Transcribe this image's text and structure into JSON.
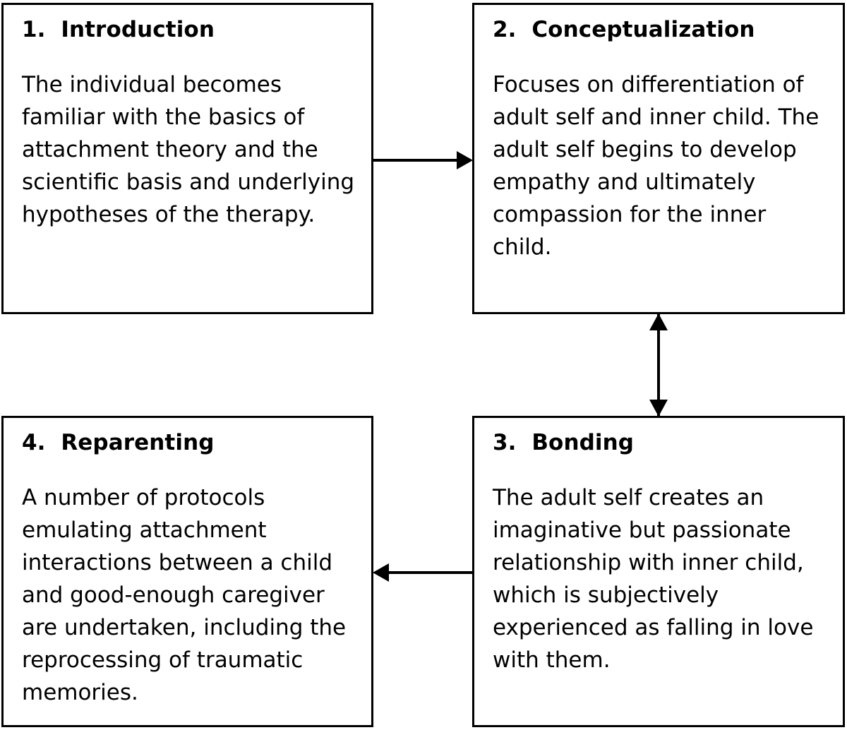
{
  "diagram": {
    "type": "flowchart",
    "layout": "2x2-grid-cycle",
    "background_color": "#ffffff",
    "stroke_color": "#000000",
    "nodes": [
      {
        "number": "1.",
        "title": "1.  Introduction",
        "name": "Introduction",
        "body": "The individual becomes familiar with the basics of attachment theory and the scientific basis and underlying hypotheses of the therapy.",
        "position": "top-left"
      },
      {
        "number": "2.",
        "title": "2.  Conceptualization",
        "name": "Conceptualization",
        "body": "Focuses on differentiation of adult self and inner child. The adult self begins to develop empathy and ultimately compassion for the inner child.",
        "position": "top-right"
      },
      {
        "number": "3.",
        "title": "3.  Bonding",
        "name": "Bonding",
        "body": "The adult self creates an imaginative but passionate relationship with inner child, which is subjectively experienced as falling in love with them.",
        "position": "bottom-right"
      },
      {
        "number": "4.",
        "title": "4.  Reparenting",
        "name": "Reparenting",
        "body": "A number of protocols emulating attachment interactions between a child and good-enough caregiver are undertaken, including the reprocessing of traumatic memories.",
        "position": "bottom-left"
      }
    ],
    "edges": [
      {
        "from": "1",
        "to": "2",
        "direction": "right",
        "style": "single-arrow",
        "orientation": "horizontal"
      },
      {
        "from": "2",
        "to": "3",
        "direction": "both",
        "style": "double-arrow",
        "orientation": "vertical"
      },
      {
        "from": "3",
        "to": "4",
        "direction": "left",
        "style": "single-arrow",
        "orientation": "horizontal"
      }
    ]
  }
}
